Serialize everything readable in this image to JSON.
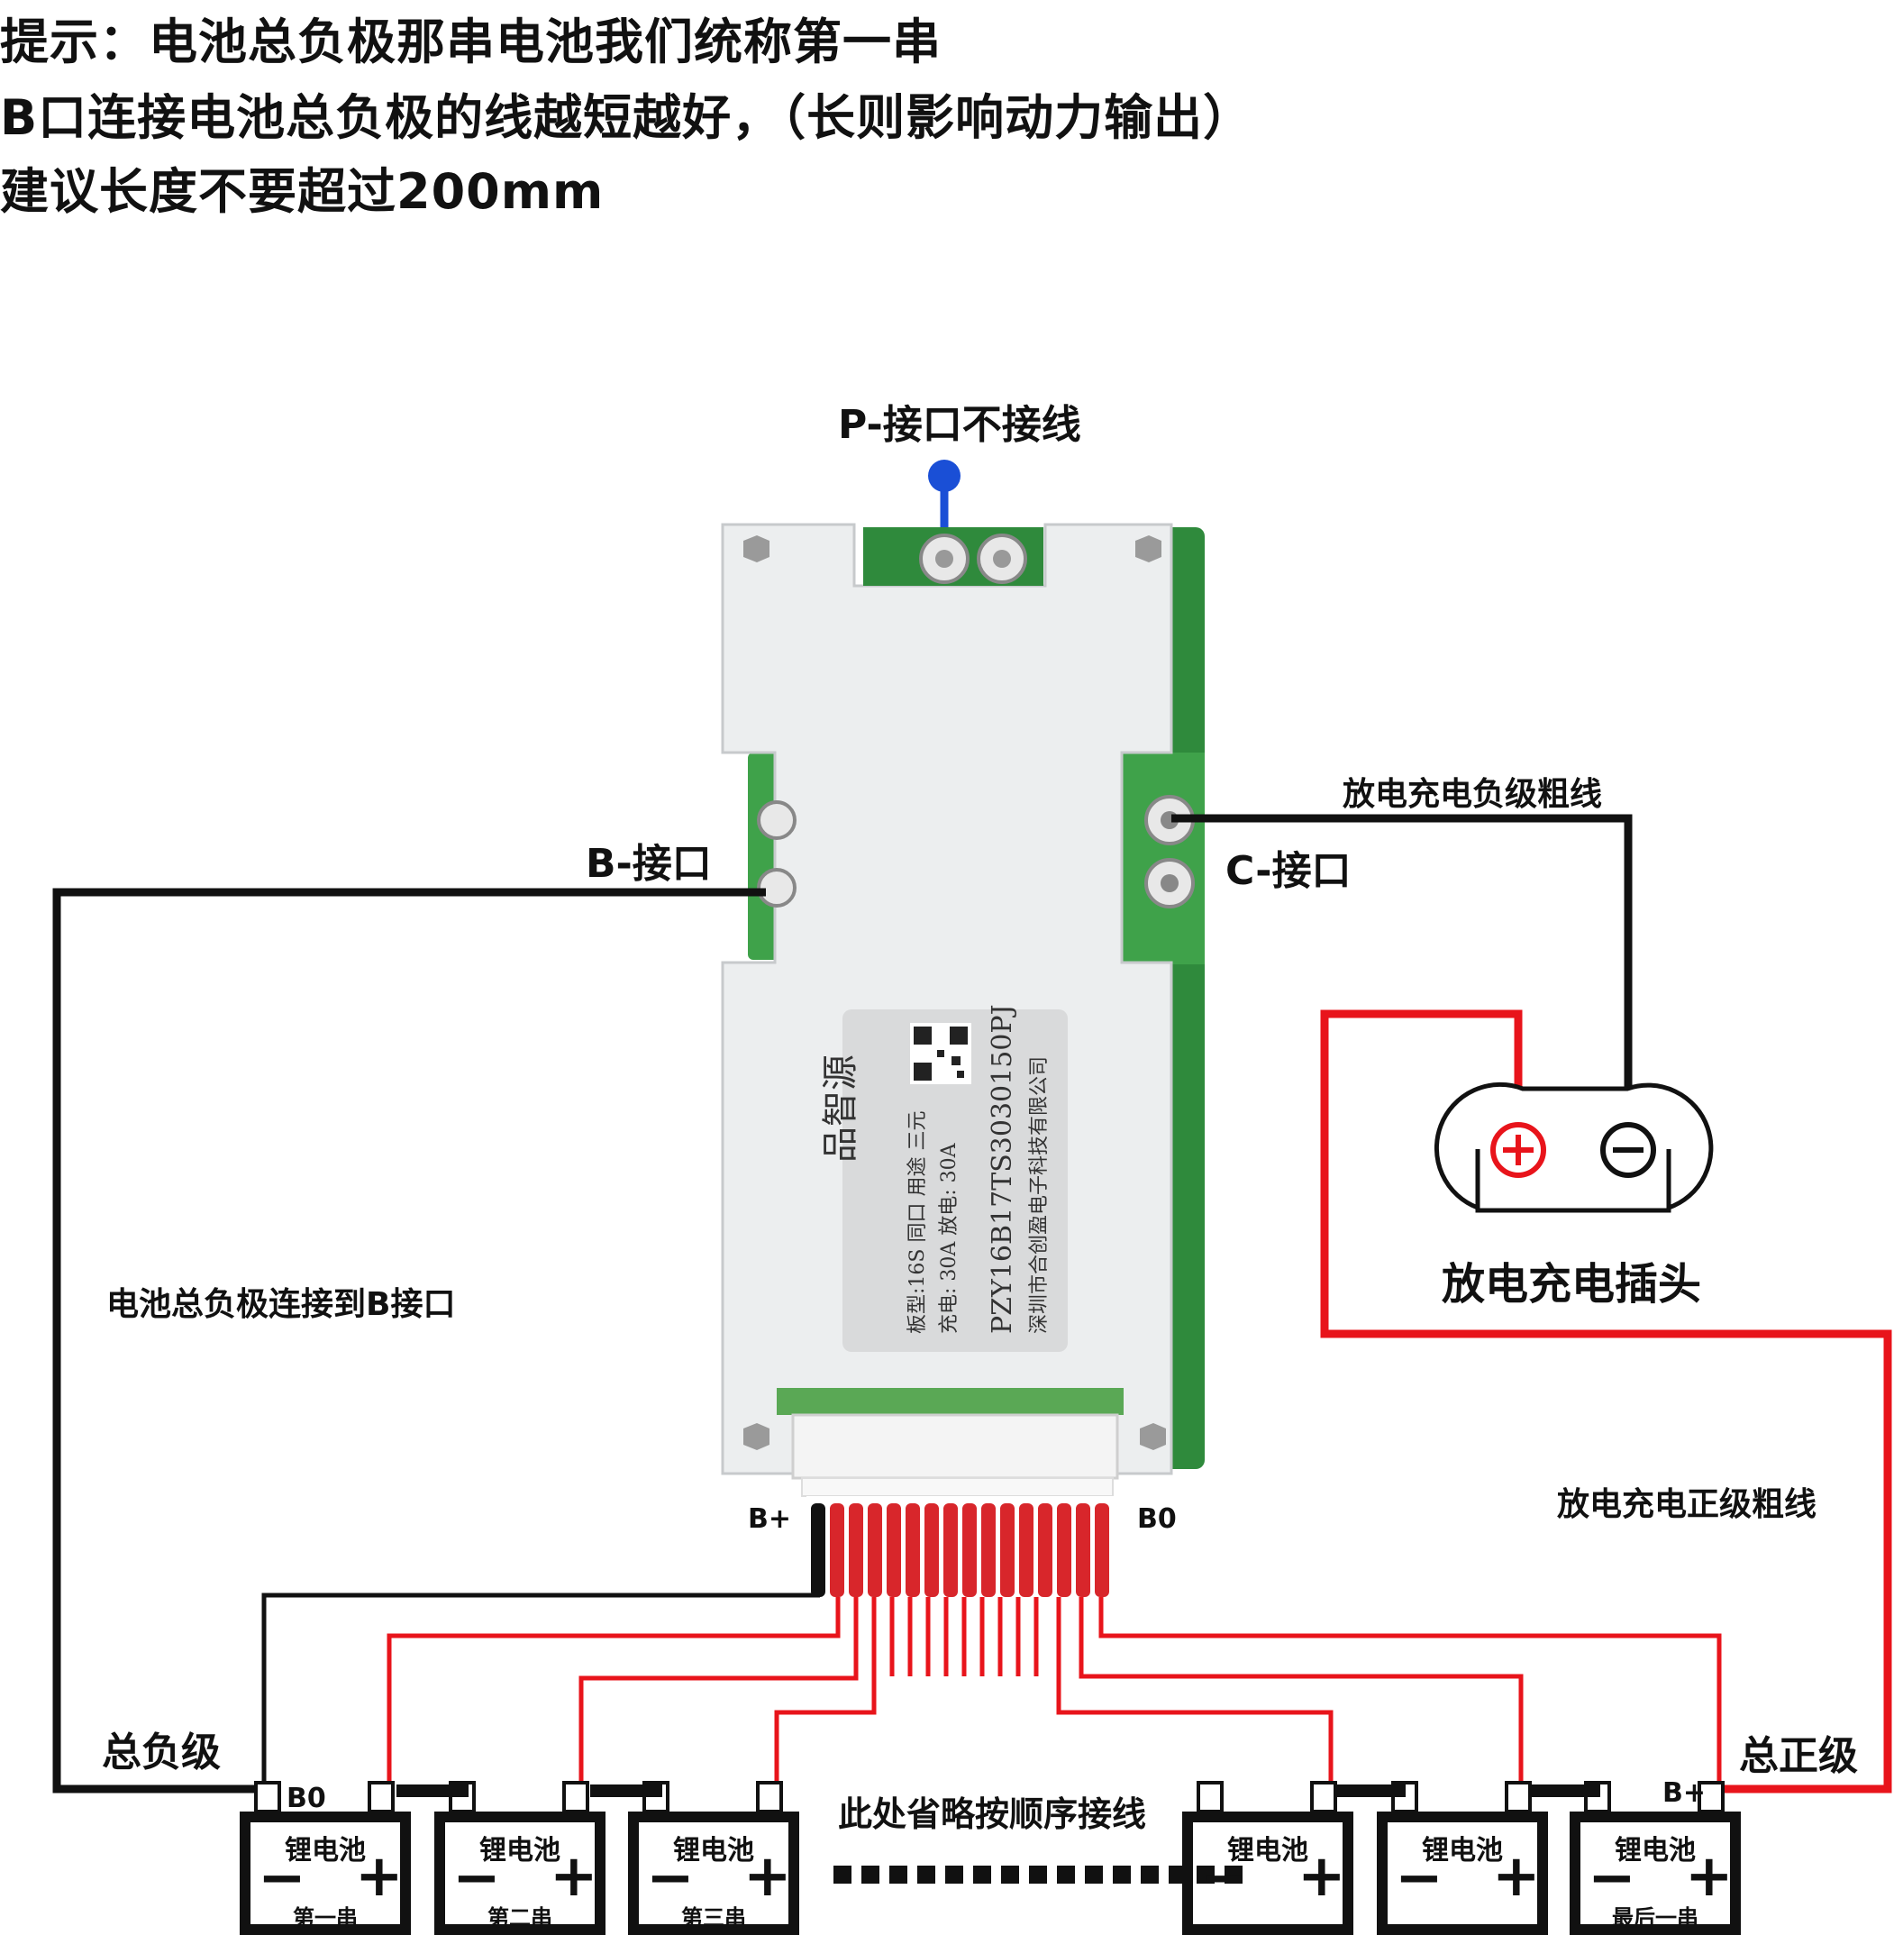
{
  "header": {
    "line1": "提示：电池总负极那串电池我们统称第一串",
    "line2": "B口连接电池总负极的线越短越好，（长则影响动力输出）",
    "line3": "建议长度不要超过200mm"
  },
  "labels": {
    "p_port": "P-接口不接线",
    "b_port": "B-接口",
    "c_port": "C-接口",
    "discharge_negative_wire": "放电充电负级粗线",
    "discharge_positive_wire": "放电充电正级粗线",
    "plug": "放电充电插头",
    "battery_negative_to_b": "电池总负极连接到B接口",
    "total_negative": "总负级",
    "total_positive": "总正级",
    "bplus_connector": "B+",
    "b0_connector": "B0",
    "b0_battery": "B0",
    "bplus_battery": "B+",
    "omitted": "此处省略按顺序接线"
  },
  "board": {
    "brand": "品智源",
    "spec_line1": "板型:16S 同口 用途 三元",
    "spec_line2": "充电: 30A  放电: 30A",
    "model": "PZY16B17TS3030150PJ",
    "company": "深圳市合创盈电子科技有限公司"
  },
  "batteries": [
    {
      "label": "锂电池",
      "minus": "−",
      "plus": "+",
      "sub": "第一串"
    },
    {
      "label": "锂电池",
      "minus": "−",
      "plus": "+",
      "sub": "第二串"
    },
    {
      "label": "锂电池",
      "minus": "−",
      "plus": "+",
      "sub": "第三串"
    },
    {
      "label": "锂电池",
      "minus": "−",
      "plus": "+",
      "sub": ""
    },
    {
      "label": "锂电池",
      "minus": "−",
      "plus": "+",
      "sub": ""
    },
    {
      "label": "锂电池",
      "minus": "−",
      "plus": "+",
      "sub": "最后一串"
    }
  ],
  "plug": {
    "plus": "+",
    "minus": "−"
  },
  "colors": {
    "negative_wire": "#111111",
    "positive_wire": "#e8141b",
    "p_port_marker": "#1a4fd6",
    "board_cover": "#eceeef",
    "pcb": "#3fa24a"
  }
}
